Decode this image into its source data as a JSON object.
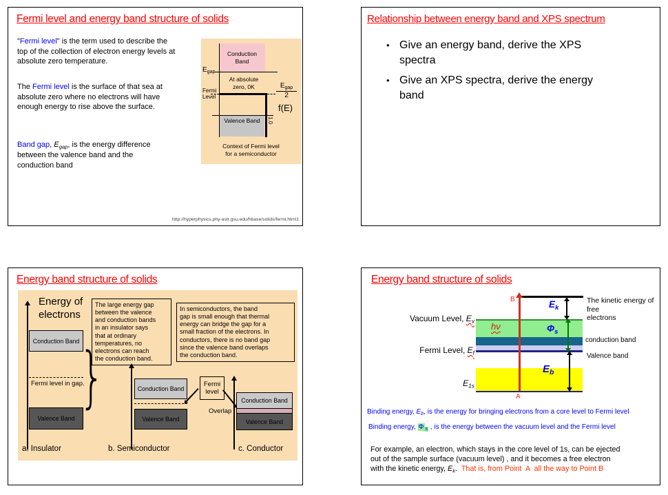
{
  "slide1": {
    "title": "Fermi level and energy band structure of solids",
    "p1": [
      {
        "t": "\""
      },
      {
        "t": "Fermi level",
        "c": "blue"
      },
      {
        "t": "\" is the term used to describe the\ntop of the collection of electron energy levels at\nabsolute zero temperature."
      }
    ],
    "p2": [
      {
        "t": "The "
      },
      {
        "t": "Fermi level",
        "c": "blue"
      },
      {
        "t": " is the surface of that sea at\nabsolute zero where no electrons will have\nenough energy to rise above the surface."
      }
    ],
    "p3": [
      {
        "t": "Band gap",
        "c": "blue"
      },
      {
        "t": ", "
      },
      {
        "t": "E",
        "c": "i"
      },
      {
        "t": "gap",
        "c": "i sub"
      },
      {
        "t": ", is the energy difference\nbetween the valence band and the\nconduction band"
      }
    ],
    "source_url": "http://hyperphysics.phy-astr.gsu.edu/hbase/solids/fermi.html1",
    "diagram": {
      "conduction_band": "Conduction\nBand",
      "egap": [
        {
          "t": "E"
        },
        {
          "t": "gap",
          "c": "sub"
        }
      ],
      "at_absolute_zero": "At absolute\nzero, 0K",
      "fermi_level": "Fermi\nLevel",
      "egap_frac_num": [
        {
          "t": "E"
        },
        {
          "t": "gap",
          "c": "sub"
        }
      ],
      "egap_frac_den": "2",
      "f_of_e": "f(E)",
      "valence_band": "Valence Band",
      "one_point_zero": "1.0",
      "caption": "Context of Fermi level\nfor a semiconductor",
      "colors": {
        "background": "#FBDDB2",
        "conduction_band": "#F6C8CD",
        "valence_band": "#C6C6C6"
      }
    }
  },
  "slide2": {
    "title": "Relationship between energy band and XPS spectrum",
    "bullets": {
      "b1": "Give an energy band, derive the XPS\nspectra",
      "b2": "Give an XPS spectra, derive the energy\nband"
    }
  },
  "slide3": {
    "title": "Energy band structure of solids",
    "energy_axis_label": "Energy of\nelectrons",
    "note_insulator": "The large energy gap\nbetween the valence\nand conduction bands\nin an insulator says\nthat at ordinary\ntemperatures, no\nelectrons can reach\nthe conduction band.",
    "note_semiconductor": "In semiconductors, the band\ngap is small enough that thermal\nenergy can bridge the gap for a\nsmall fraction of the electrons. In\nconductors, there is no band gap\nsince the valence band overlaps\nthe conduction band.",
    "conduction_band": "Conduction Band",
    "valence_band": "Valence Band",
    "fermi_in_gap": "Fermi level in gap.",
    "fermi_level_box": "Fermi\nlevel",
    "overlap": "Overlap",
    "caption_a": "a. Insulator",
    "caption_b": "b. Semiconductor",
    "caption_c": "c. Conductor",
    "colors": {
      "background": "#FBDDB2",
      "conduction_band": "#C9C9C9",
      "valence_band": "#565656",
      "overlap_strip": "#D8ACB4"
    }
  },
  "slide4": {
    "title": "Energy band structure of solids",
    "labels": {
      "vacuum_level": [
        {
          "t": "Vacuum Level, "
        },
        {
          "t": "E",
          "c": "i wavy"
        },
        {
          "t": "v",
          "c": "i sub wavy"
        }
      ],
      "fermi_level": [
        {
          "t": "Fermi Level, "
        },
        {
          "t": "E",
          "c": "i wavy"
        },
        {
          "t": "f",
          "c": "i sub wavy"
        }
      ],
      "e1s": [
        {
          "t": "E",
          "c": "i"
        },
        {
          "t": "1s",
          "c": "i sub"
        }
      ],
      "hv": [
        {
          "t": "hν",
          "c": "wavy"
        }
      ],
      "point_b": "B",
      "point_a": "A",
      "ek": [
        {
          "t": "E"
        },
        {
          "t": "k",
          "c": "sub"
        }
      ],
      "phi_s": [
        {
          "t": "Φ"
        },
        {
          "t": "s",
          "c": "sub"
        }
      ],
      "eb": [
        {
          "t": "E"
        },
        {
          "t": "b",
          "c": "sub"
        }
      ],
      "kinetic_note": "The kinetic energy of free\nelectrons",
      "conduction_band": "conduction band",
      "valence_band": "Valence band"
    },
    "binding1": [
      {
        "t": "Binding energy, "
      },
      {
        "t": "E",
        "c": "i"
      },
      {
        "t": "b",
        "c": "i sub"
      },
      {
        "t": ", is the energy for bringing electrons from a core level to Fermi level"
      }
    ],
    "binding2": [
      {
        "t": "Binding energy,  "
      },
      {
        "t": "Φ",
        "c": "hl"
      },
      {
        "t": "s",
        "c": "hl sub"
      },
      {
        "t": " , is the energy between the vacuum level and the Fermi level"
      }
    ],
    "example": [
      {
        "t": "For example, an electron, which stays in the core level of 1s, can be ejected\nout of the sample surface (vacuum level) , and it becomes a free electron\nwith the kinetic energy, "
      },
      {
        "t": "E",
        "c": "i"
      },
      {
        "t": "k",
        "c": "i sub"
      },
      {
        "t": ".  "
      },
      {
        "t": "That is, from Point  A  all the way to Point B",
        "c": "red"
      }
    ],
    "colors": {
      "free_zone": "#90EE90",
      "conduction_band": "#17658A",
      "band_edge": "#CCCCEE",
      "fermi_line": "#222288",
      "core_band": "#FFFF00",
      "photo_arrow": "#CC3322",
      "title_red": "#FF0000",
      "text_blue": "#0000FF"
    }
  }
}
